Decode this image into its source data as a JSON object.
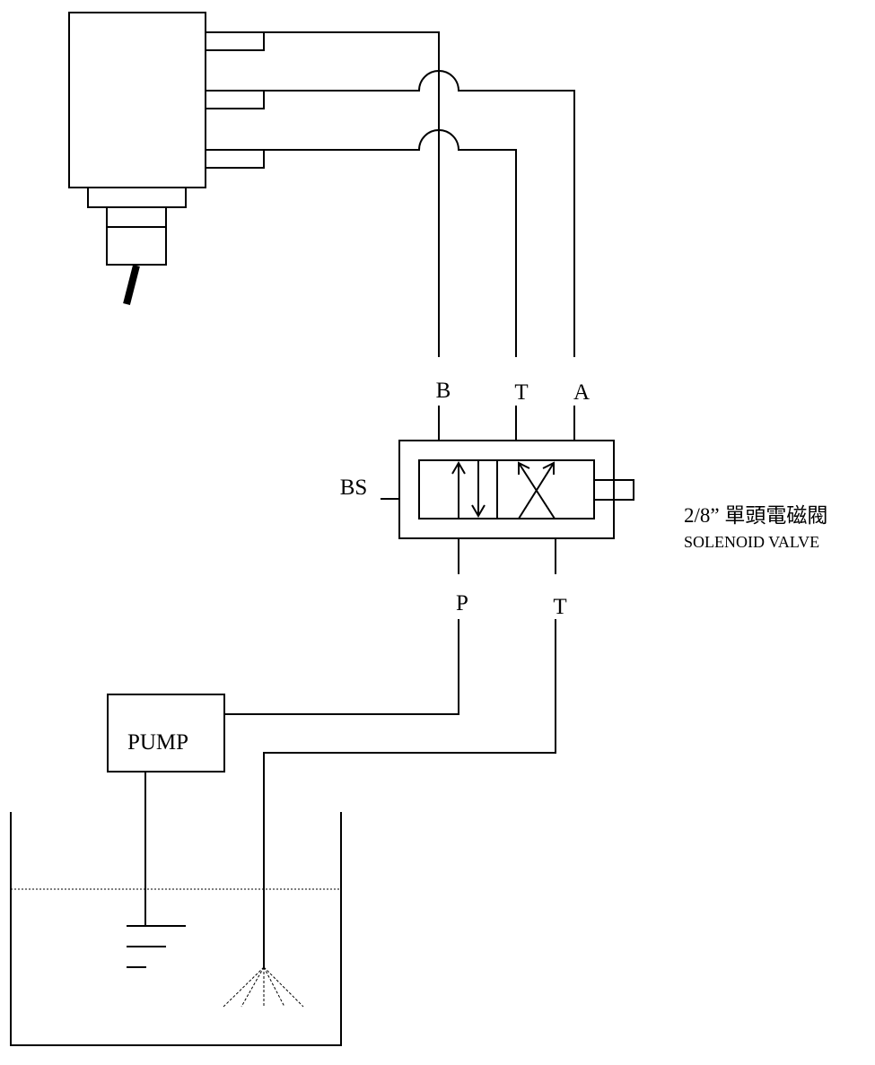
{
  "ports": {
    "b": "B",
    "t_top": "T",
    "a": "A",
    "bs": "BS",
    "p": "P",
    "t_bottom": "T"
  },
  "pump": {
    "label": "PUMP"
  },
  "valve_caption": {
    "line1": "2/8”  單頭電磁閥",
    "line2": "SOLENOID VALVE"
  },
  "colors": {
    "line": "#000000",
    "background": "#ffffff"
  }
}
